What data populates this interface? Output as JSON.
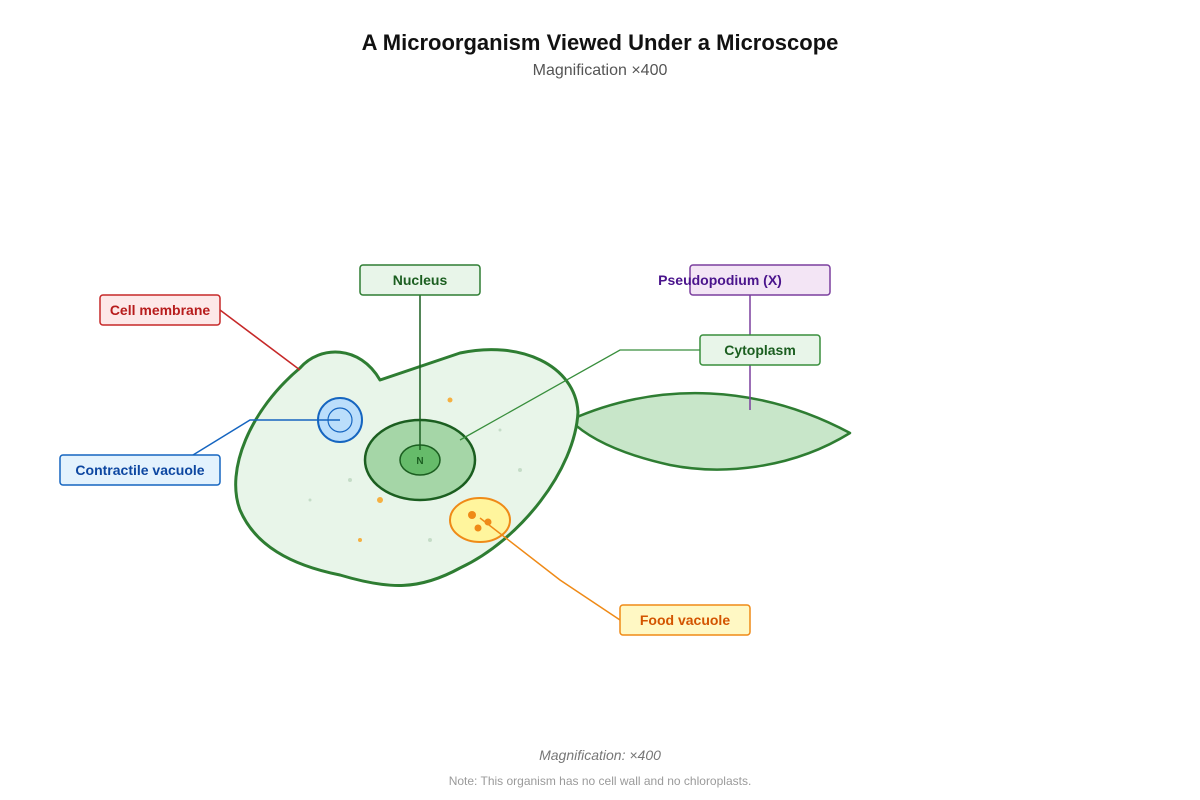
{
  "header": {
    "title": "A Microorganism Viewed Under a Microscope",
    "subtitle": "Magnification ×400"
  },
  "organism": {
    "nucleus_letter": "N"
  },
  "labels": {
    "cell_membrane": "Cell membrane",
    "nucleus": "Nucleus",
    "pseudopodium": "Pseudopodium (X)",
    "cytoplasm": "Cytoplasm",
    "contractile_vacuole": "Contractile vacuole",
    "food_vacuole": "Food vacuole"
  },
  "footer": {
    "magnification": "Magnification: ×400",
    "note": "Note: This organism has no cell wall and no chloroplasts."
  },
  "colors": {
    "cell_outline": "#2e7d32",
    "cell_fill": "#e8f5e9",
    "membrane": "#c62828",
    "contractile": "#1565c0",
    "food": "#ef8a17",
    "pseudopodium": "#7b3f9e"
  }
}
